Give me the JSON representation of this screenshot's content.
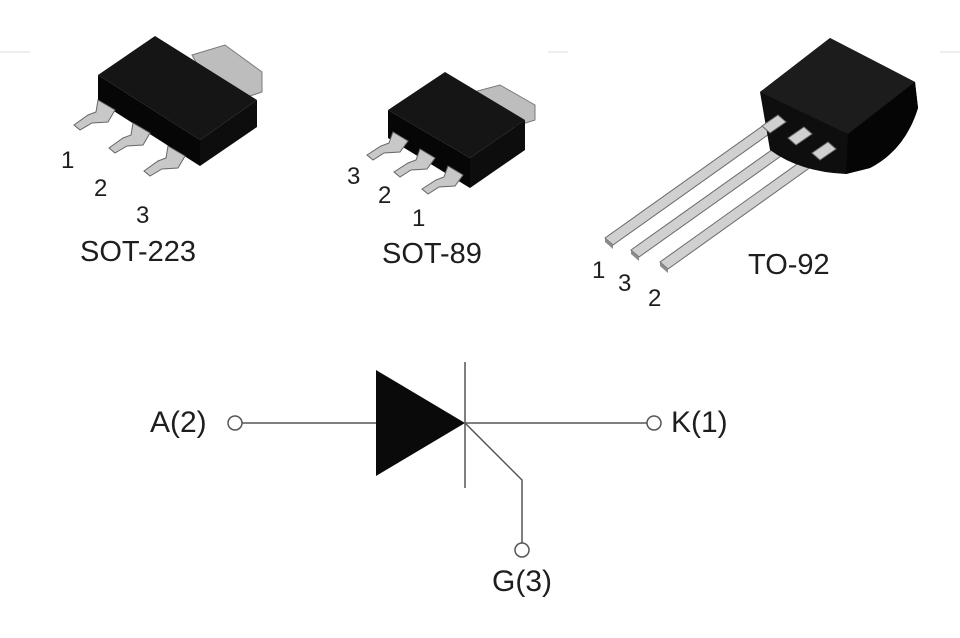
{
  "packages": [
    {
      "name": "SOT-223",
      "pins": [
        "1",
        "2",
        "3"
      ]
    },
    {
      "name": "SOT-89",
      "pins": [
        "3",
        "2",
        "1"
      ]
    },
    {
      "name": "TO-92",
      "pins": [
        "1",
        "3",
        "2"
      ]
    }
  ],
  "symbol": {
    "anode": "A(2)",
    "cathode": "K(1)",
    "gate": "G(3)"
  },
  "colors": {
    "body": "#0c0c0c",
    "tab": "#bdbdbd",
    "lead": "#c8c8c8",
    "line": "#555555"
  }
}
